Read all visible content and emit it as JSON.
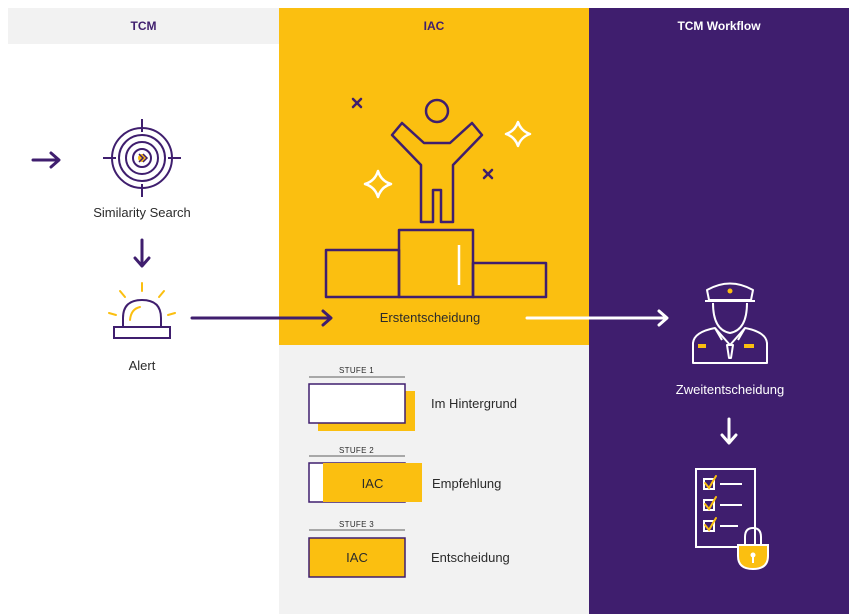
{
  "columns": {
    "tcm": {
      "label": "TCM"
    },
    "iac": {
      "label": "IAC"
    },
    "workflow": {
      "label": "TCM Workflow"
    }
  },
  "colors": {
    "purple": "#3f1e6e",
    "yellow": "#fbbf10",
    "light_gray": "#f2f2f2",
    "ink": "#2b2b2b"
  },
  "tcm": {
    "similarity_label": "Similarity Search",
    "alert_label": "Alert"
  },
  "iac": {
    "first_decision_label": "Erstentscheidung",
    "stages": [
      {
        "stage": "STUFE 1",
        "box_text": "",
        "label": "Im Hintergrund"
      },
      {
        "stage": "STUFE 2",
        "box_text": "IAC",
        "label": "Empfehlung"
      },
      {
        "stage": "STUFE 3",
        "box_text": "IAC",
        "label": "Entscheidung"
      }
    ]
  },
  "workflow": {
    "second_decision_label": "Zweitentscheidung"
  },
  "icons": [
    "arrow-right-icon",
    "target-icon",
    "arrow-down-icon",
    "alarm-light-icon",
    "winner-podium-icon",
    "sparkle-icon",
    "officer-icon",
    "checklist-lock-icon"
  ]
}
